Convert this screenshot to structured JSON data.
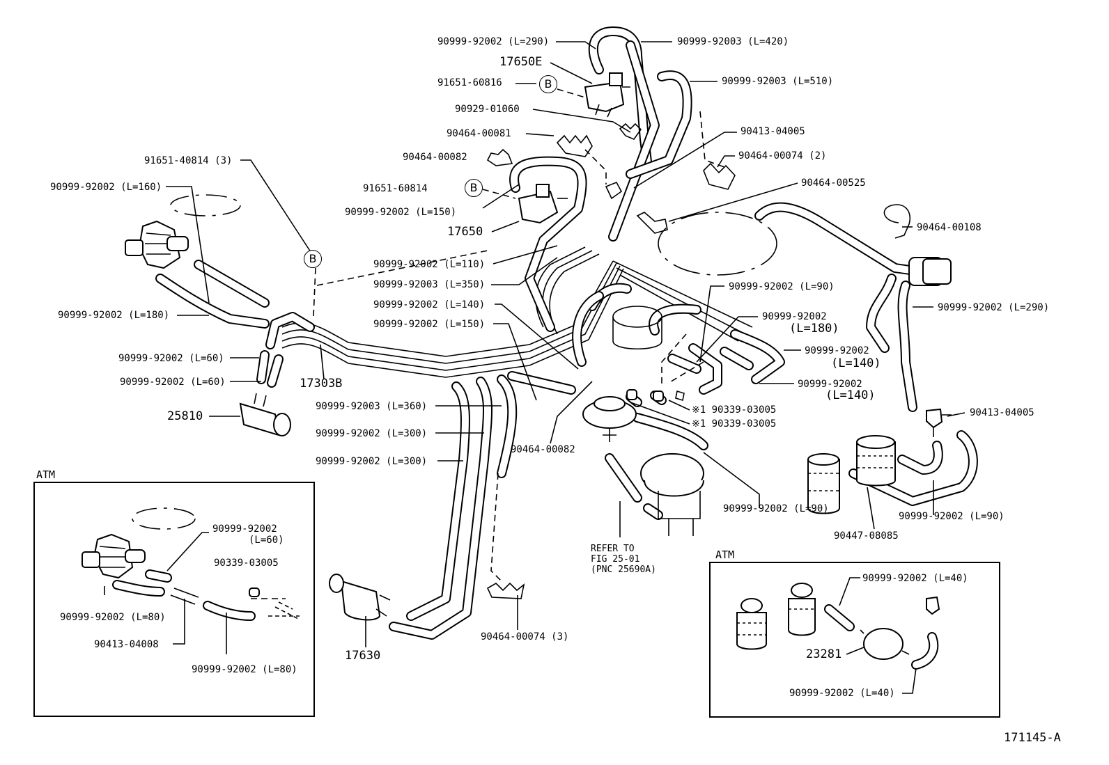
{
  "diagram": {
    "figure_code": "171145-A",
    "callout_letter": "B",
    "refer_note": "REFER TO\nFIG 25-01\n(PNC 25690A)",
    "inset_left": {
      "title": "ATM",
      "labels": [
        "90999-92002",
        "(L=60)",
        "90339-03005",
        "90999-92002 (L=80)",
        "90413-04008",
        "90999-92002 (L=80)"
      ]
    },
    "inset_right": {
      "title": "ATM",
      "labels": [
        "90999-92002 (L=40)",
        "23281",
        "90999-92002 (L=40)"
      ]
    },
    "labels": [
      "90999-92002 (L=290)",
      "90999-92003 (L=420)",
      "17650E",
      "91651-60816",
      "90999-92003 (L=510)",
      "90929-01060",
      "90464-00081",
      "90413-04005",
      "90464-00082",
      "90464-00074 (2)",
      "91651-40814 (3)",
      "90999-92002 (L=160)",
      "91651-60814",
      "90464-00525",
      "90999-92002 (L=150)",
      "90464-00108",
      "17650",
      "90999-92002 (L=110)",
      "90999-92003 (L=350)",
      "90999-92002 (L=90)",
      "90999-92002 (L=140)",
      "90999-92002 (L=290)",
      "90999-92002 (L=180)",
      "90999-92002",
      "(L=180)",
      "90999-92002 (L=150)",
      "90999-92002",
      "(L=140)",
      "90999-92002 (L=60)",
      "90999-92002",
      "(L=140)",
      "17303B",
      "90999-92002 (L=60)",
      "※1 90339-03005",
      "90999-92003 (L=360)",
      "90413-04005",
      "25810",
      "※1 90339-03005",
      "90999-92002 (L=300)",
      "90464-00082",
      "90999-92002 (L=300)",
      "90999-92002 (L=90)",
      "90999-92002 (L=90)",
      "90447-08085",
      "90464-00074 (3)",
      "17630"
    ]
  }
}
